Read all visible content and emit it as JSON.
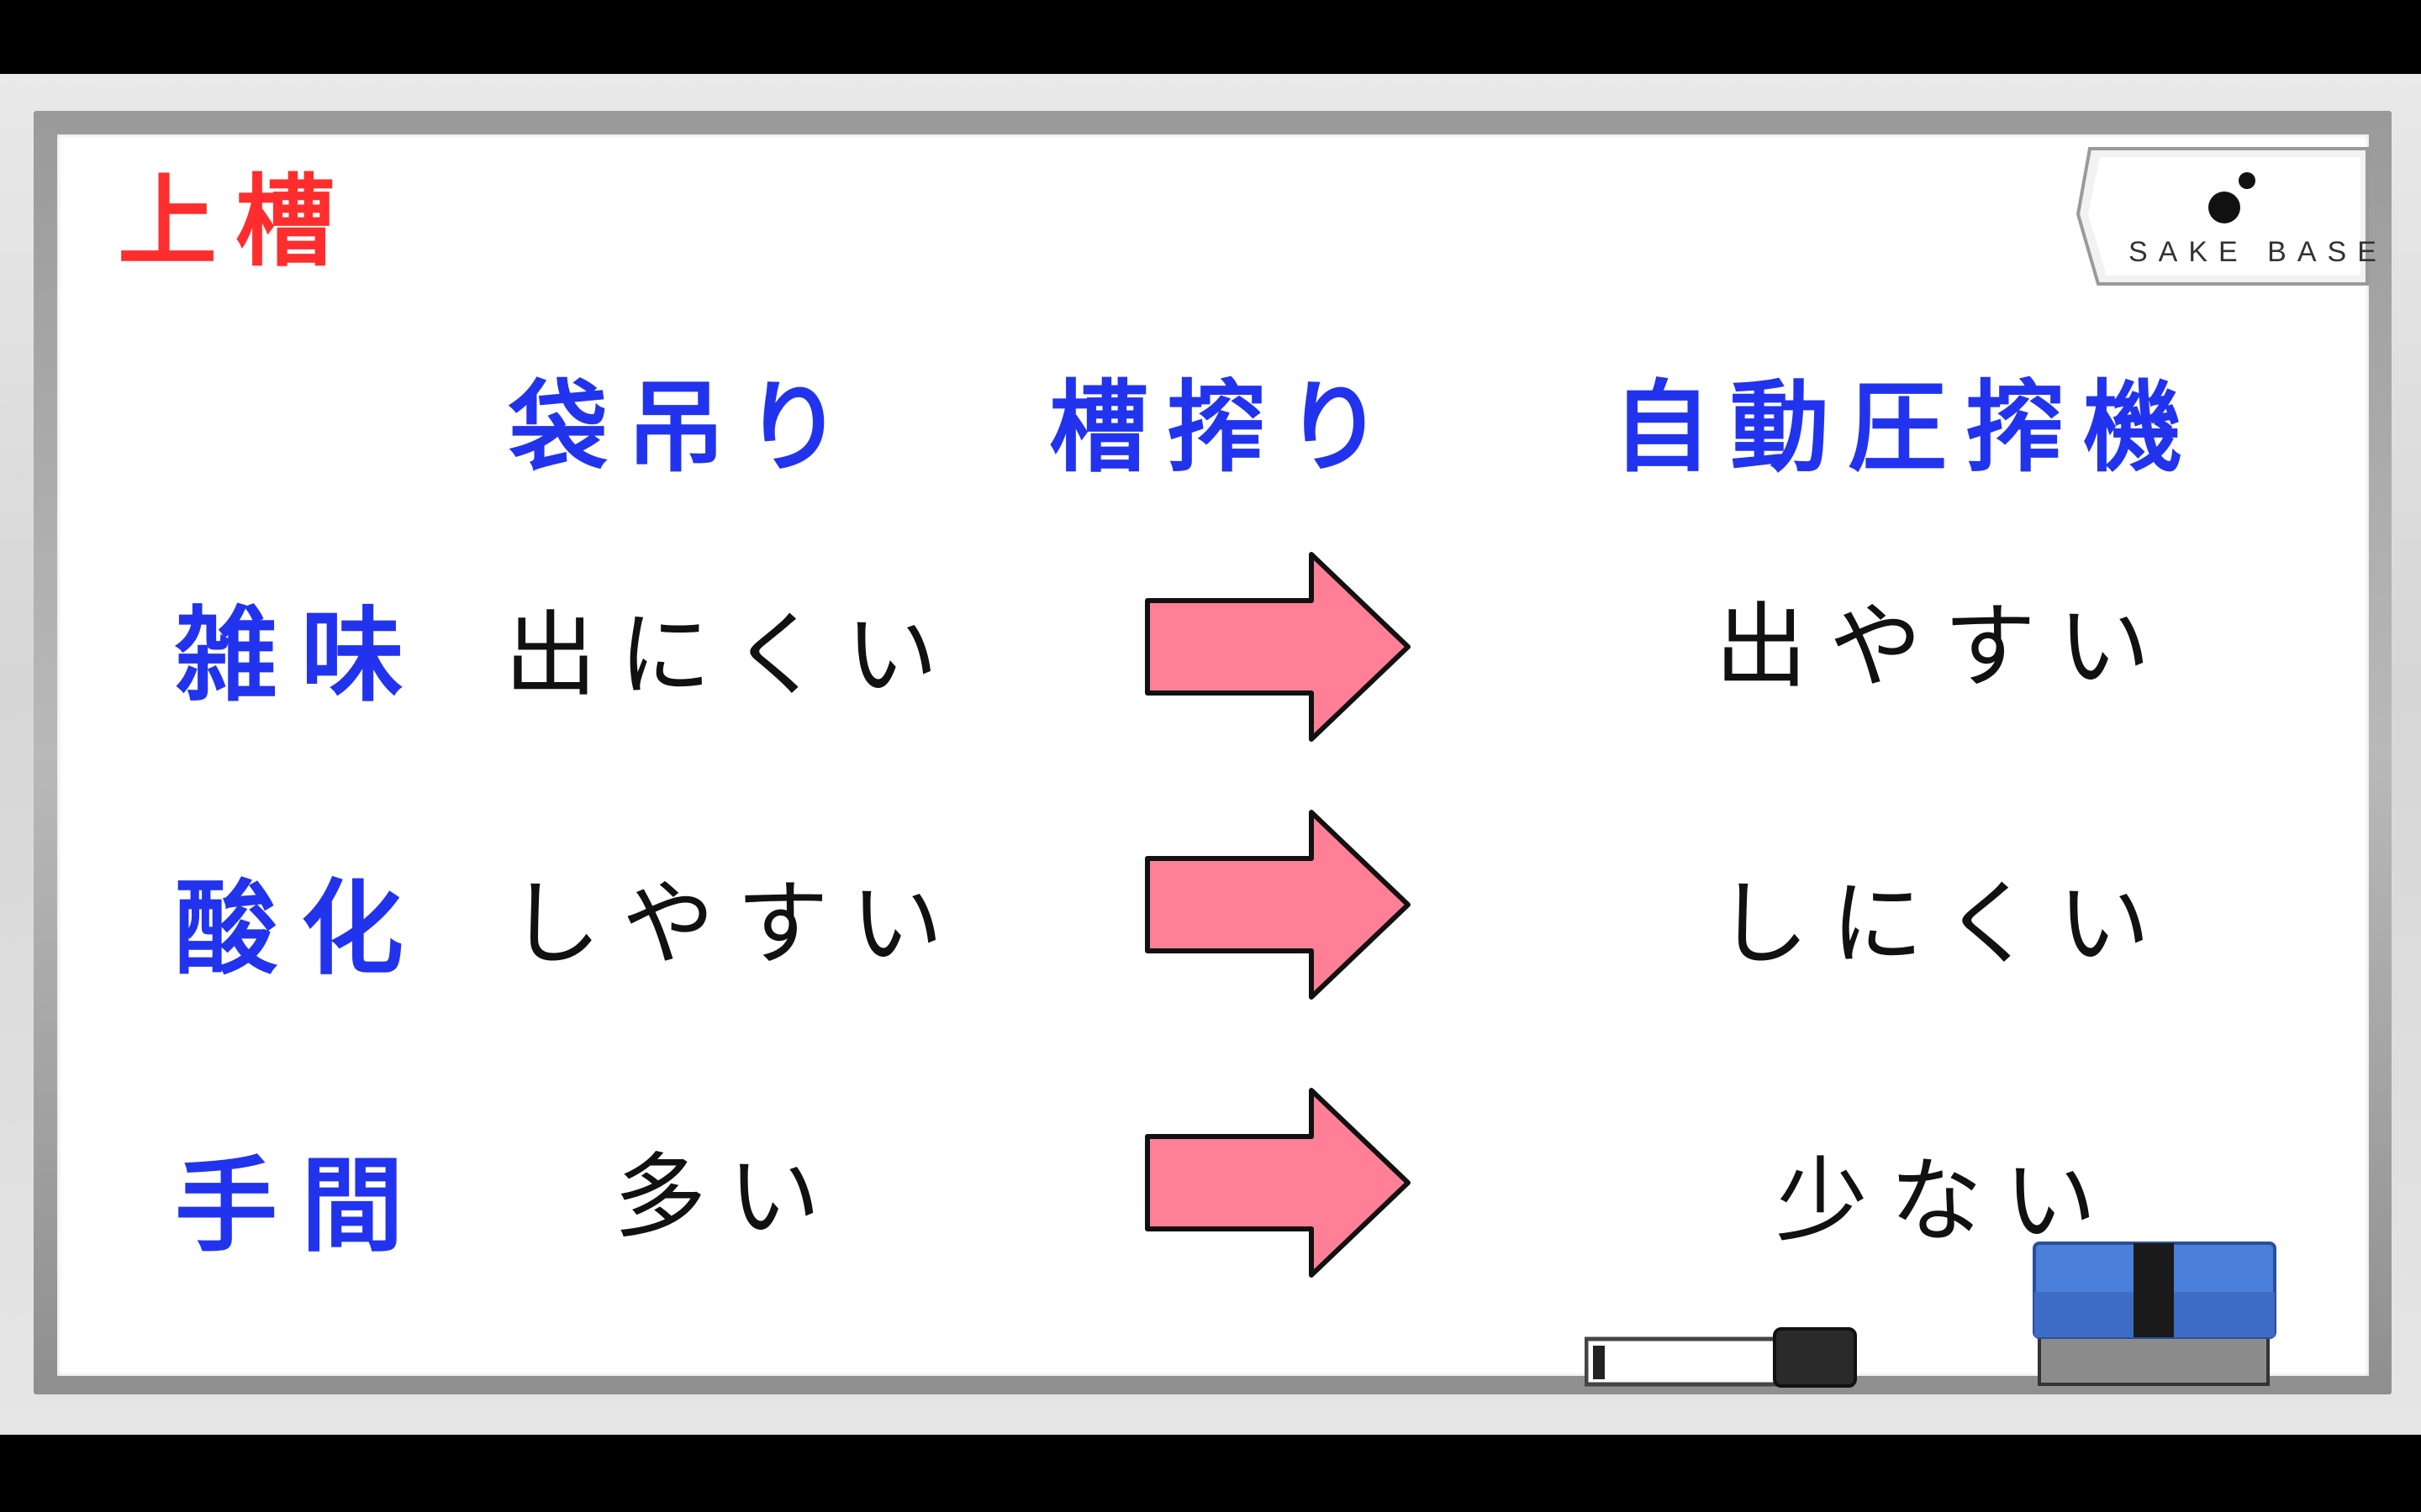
{
  "board": {
    "title": "上槽",
    "columns": [
      "袋吊り",
      "槽搾り",
      "自動圧搾機"
    ],
    "rows": [
      {
        "label": "雑味",
        "left": "出にくい",
        "right": "出やすい"
      },
      {
        "label": "酸化",
        "left": "しやすい",
        "right": "しにくい"
      },
      {
        "label": "手間",
        "left": "多い",
        "right": "少ない"
      }
    ]
  },
  "logo": {
    "text": "SAKE BASE"
  },
  "colors": {
    "title": "#ff2d2d",
    "heading": "#2233ee",
    "arrow_fill": "#ff8096",
    "board": "#ffffff",
    "eraser": "#4a7fdb"
  },
  "icons": {
    "arrow": "right-arrow-icon",
    "logo": "sake-base-logo-icon",
    "marker": "whiteboard-marker-icon",
    "eraser": "whiteboard-eraser-icon"
  }
}
